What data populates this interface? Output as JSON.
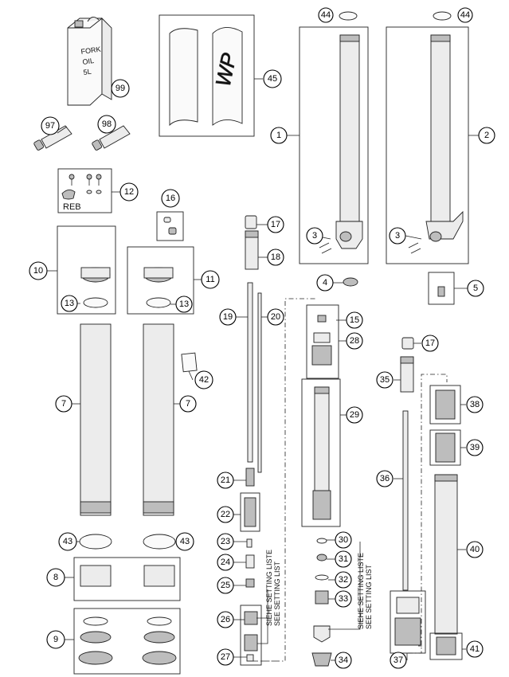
{
  "callouts": {
    "c1": "1",
    "c2": "2",
    "c3a": "3",
    "c3b": "3",
    "c4": "4",
    "c5": "5",
    "c7a": "7",
    "c7b": "7",
    "c8": "8",
    "c9": "9",
    "c10": "10",
    "c11": "11",
    "c12": "12",
    "c13a": "13",
    "c13b": "13",
    "c15": "15",
    "c16": "16",
    "c17a": "17",
    "c17b": "17",
    "c18": "18",
    "c19": "19",
    "c20": "20",
    "c21": "21",
    "c22": "22",
    "c23": "23",
    "c24": "24",
    "c25": "25",
    "c26": "26",
    "c27": "27",
    "c28": "28",
    "c29": "29",
    "c30": "30",
    "c31": "31",
    "c32": "32",
    "c33": "33",
    "c34": "34",
    "c35": "35",
    "c36": "36",
    "c37": "37",
    "c38": "38",
    "c39": "39",
    "c40": "40",
    "c41": "41",
    "c42": "42",
    "c43a": "43",
    "c43b": "43",
    "c44a": "44",
    "c44b": "44",
    "c45": "45",
    "c97": "97",
    "c98": "98",
    "c99": "99"
  },
  "labels": {
    "reb": "REB",
    "oil_can": [
      "FORK",
      "OIL",
      "5L"
    ],
    "setting_de": "SIEHE SETTING LISTE",
    "setting_en": "SEE SETTING LIST",
    "decal": "WP"
  }
}
